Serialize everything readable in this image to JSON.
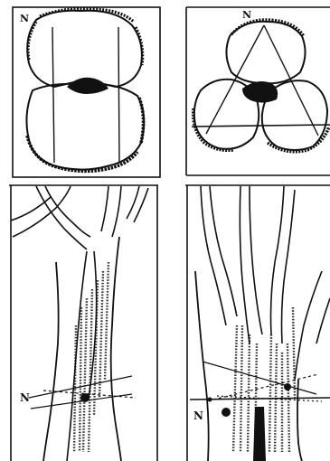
{
  "figure": {
    "panels": [
      {
        "name": "top-left",
        "north_label": "N"
      },
      {
        "name": "top-right",
        "north_label": "N"
      },
      {
        "name": "bottom-left",
        "north_label": "N"
      },
      {
        "name": "bottom-right",
        "north_label": "N"
      }
    ],
    "ink_color": "#111111",
    "paper_color": "#ffffff"
  }
}
